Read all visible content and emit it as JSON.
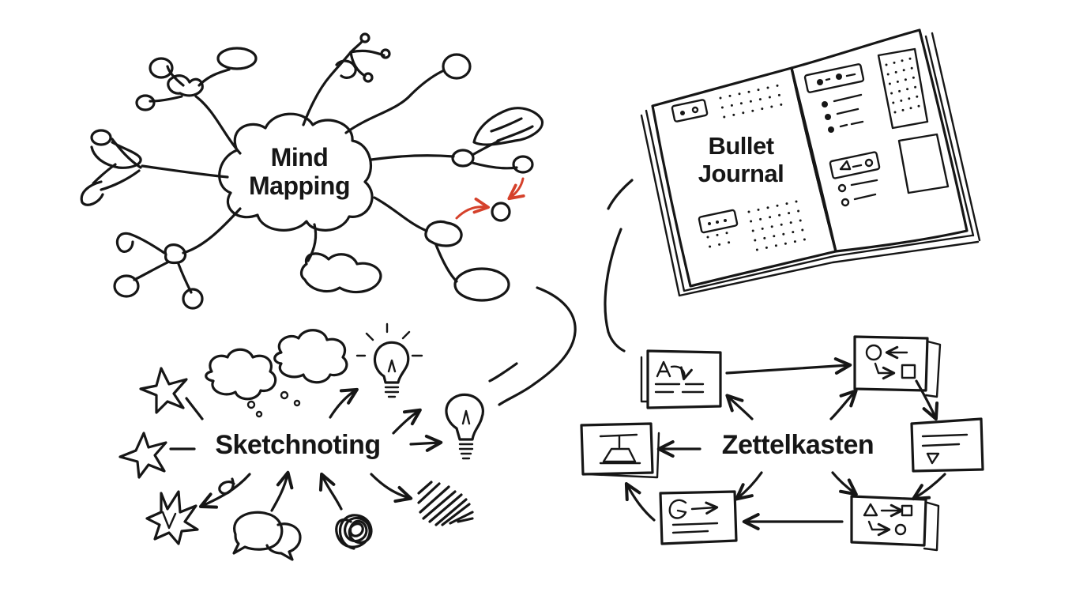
{
  "methods": {
    "mind_mapping": {
      "line1": "Mind",
      "line2": "Mapping"
    },
    "bullet_journal": {
      "line1": "Bullet",
      "line2": "Journal"
    },
    "sketchnoting": {
      "label": "Sketchnoting"
    },
    "zettelkasten": {
      "label": "Zettelkasten"
    }
  },
  "colors": {
    "ink": "#161616",
    "accent": "#d5412b",
    "background": "#ffffff"
  }
}
